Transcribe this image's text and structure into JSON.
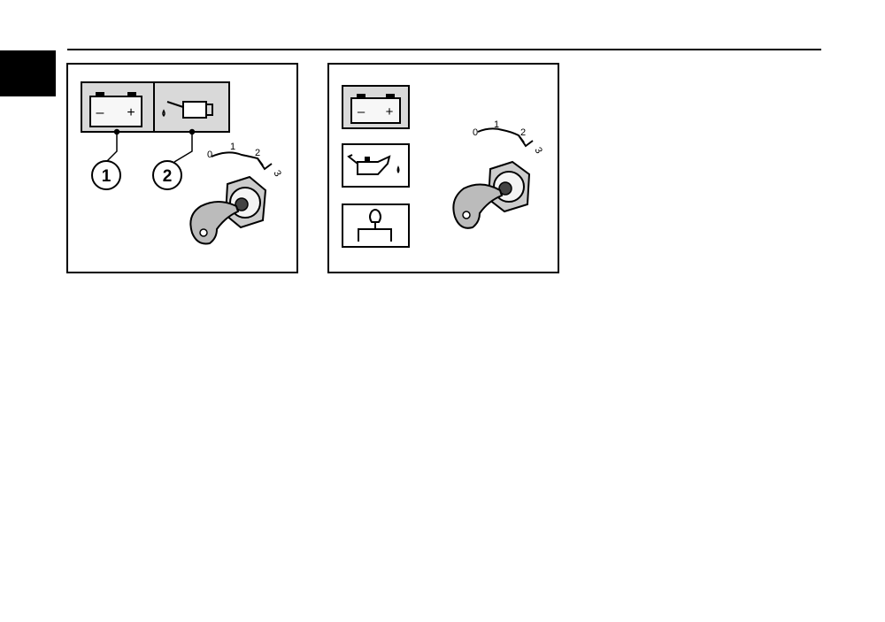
{
  "callouts": {
    "one": "1",
    "two": "2"
  },
  "ignition_positions": [
    "0",
    "1",
    "2",
    "3"
  ],
  "battery_signs": {
    "minus": "–",
    "plus": "+"
  }
}
